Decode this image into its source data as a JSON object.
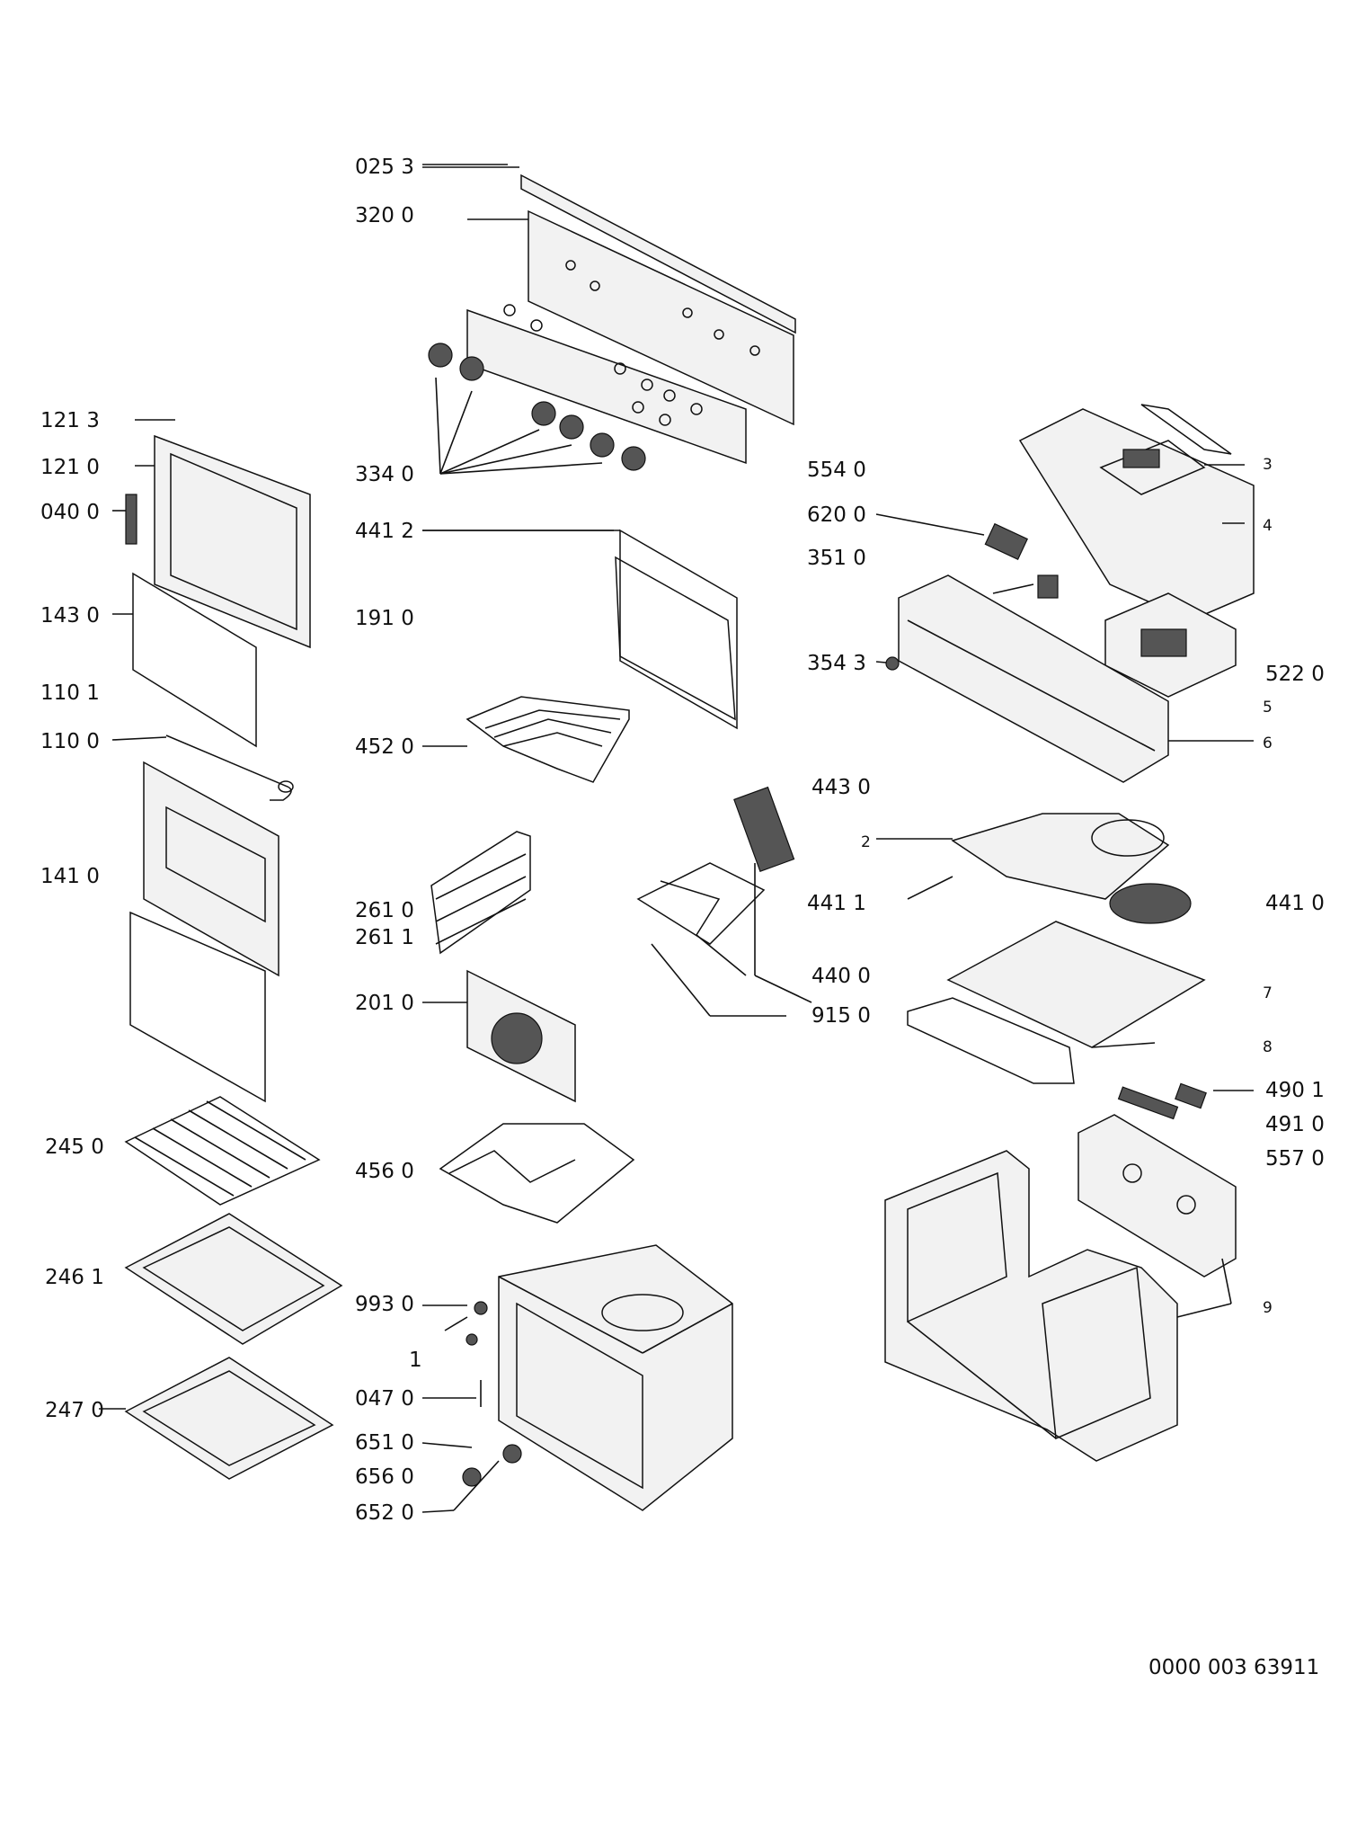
{
  "labels": {
    "l_0253": "025 3",
    "l_3200": "320 0",
    "l_3340": "334 0",
    "l_4412": "441 2",
    "l_1910": "191 0",
    "l_4520": "452 0",
    "l_2610": "261 0",
    "l_2611": "261 1",
    "l_2010": "201 0",
    "l_4560": "456 0",
    "l_9930": "993 0",
    "l_1": "1",
    "l_0470": "047 0",
    "l_6510": "651 0",
    "l_6560": "656 0",
    "l_6520": "652 0",
    "l_1213": "121 3",
    "l_1210": "121 0",
    "l_0400": "040 0",
    "l_1430": "143 0",
    "l_1101": "110 1",
    "l_1100": "110 0",
    "l_1410": "141 0",
    "l_2450": "245 0",
    "l_2461": "246 1",
    "l_2470": "247 0",
    "l_5540": "554 0",
    "l_6200": "620 0",
    "l_3510": "351 0",
    "l_3543": "354 3",
    "l_5220": "522 0",
    "l_4430": "443 0",
    "l_4411": "441 1",
    "l_4410": "441 0",
    "l_4400": "440 0",
    "l_9150": "915 0",
    "l_4901": "490 1",
    "l_4910": "491 0",
    "l_5570": "557 0",
    "n_2": "2",
    "n_3": "3",
    "n_4": "4",
    "n_5": "5",
    "n_6": "6",
    "n_7": "7",
    "n_8": "8",
    "n_9": "9"
  },
  "document_code": "0000 003 63911"
}
